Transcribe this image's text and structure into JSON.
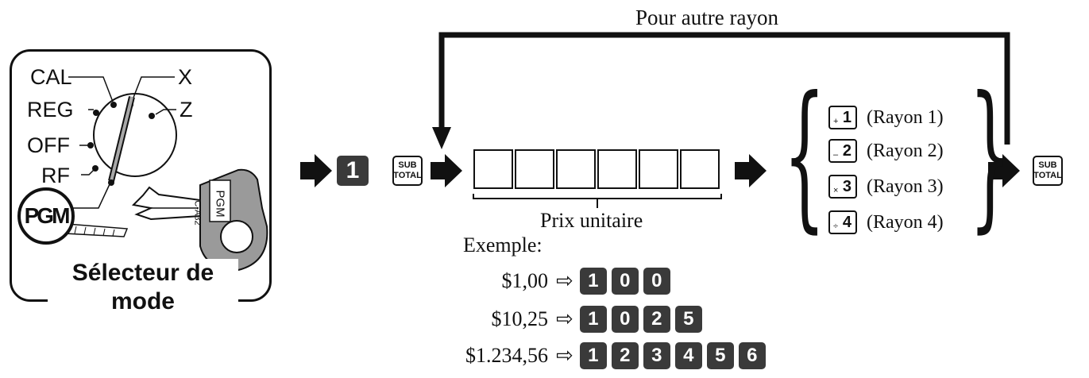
{
  "loop_label": "Pour autre rayon",
  "selector": {
    "positions": [
      "CAL",
      "REG",
      "OFF",
      "RF",
      "X",
      "Z"
    ],
    "pgm_badge": "PGM",
    "key_tag_text": "PGM",
    "key_code": "C-A32",
    "caption_line1": "Sélecteur de",
    "caption_line2": "mode"
  },
  "sequence": {
    "first_key": "1",
    "subtotal_key": {
      "line1": "SUB",
      "line2": "TOTAL"
    },
    "unit_price_label": "Prix unitaire",
    "digit_box_count": 6
  },
  "departments": [
    {
      "symbol": "+",
      "number": "1",
      "label": "(Rayon 1)"
    },
    {
      "symbol": "–",
      "number": "2",
      "label": "(Rayon 2)"
    },
    {
      "symbol": "×",
      "number": "3",
      "label": "(Rayon 3)"
    },
    {
      "symbol": "÷",
      "number": "4",
      "label": "(Rayon 4)"
    }
  ],
  "example": {
    "title": "Exemple:",
    "rows": [
      {
        "price": "$1,00",
        "keys": [
          "1",
          "0",
          "0"
        ]
      },
      {
        "price": "$10,25",
        "keys": [
          "1",
          "0",
          "2",
          "5"
        ]
      },
      {
        "price": "$1.234,56",
        "keys": [
          "1",
          "2",
          "3",
          "4",
          "5",
          "6"
        ]
      }
    ]
  }
}
